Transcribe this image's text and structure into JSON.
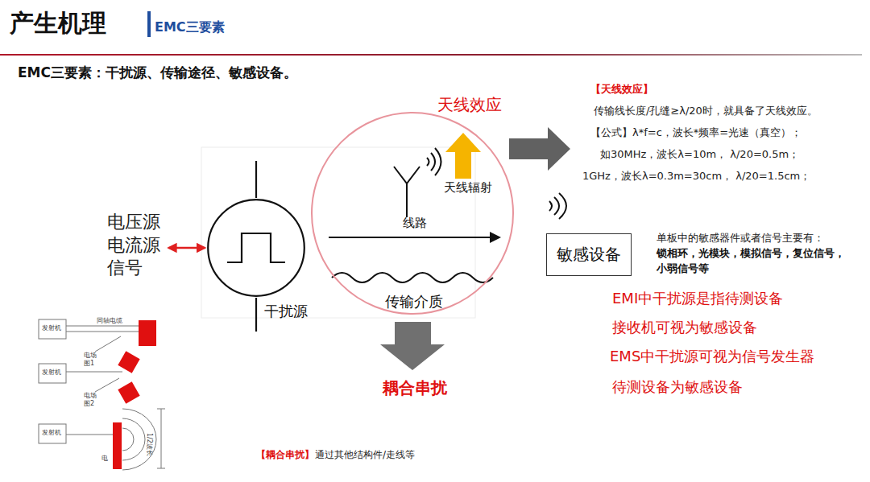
{
  "diagram": {
    "title": "产生机理",
    "nodes": [
      {
        "text": [
          "干扰源"
        ]
      },
      {
        "text": [
          "天线辐射",
          "线路",
          "传输介质"
        ]
      },
      {
        "text": [
          "敏感设备"
        ]
      },
      {
        "text": [
          "电压源 电流源 信号"
        ]
      }
    ],
    "edges": [
      {
        "from": 3,
        "to": 0,
        "arrow": "both"
      }
    ],
    "labels": [
      "EMC三要素",
      "EMC三要素：干扰源、传输途径、敏感设备。",
      "天线效应",
      "【天线效应】",
      "传输线长度/孔缝≥λ/20时，就具备了天线效应。",
      "【公式】λ*f=c，波长*频率=光速（真空）；",
      "如30MHz，波长λ=10m， λ/20=0.5m；",
      "1GHz，波长λ=0.3m=30cm， λ/20=1.5cm；",
      "单板中的敏感器件或者信号主要有：",
      "锁相环，光模块，模拟信号，复位信号，小弱信号等",
      "EMI中干扰源是指待测设备",
      "接收机可视为敏感设备",
      "EMS中干扰源可视为信号发生器",
      "待测设备为敏感设备",
      "耦合串扰",
      "【耦合串扰】",
      "通过其他结构件/走线等",
      "发射机",
      "同轴电缆",
      "电场",
      "图1",
      "发射机",
      "电场",
      "图2",
      "发射机",
      "电",
      "1/2波长"
    ]
  }
}
